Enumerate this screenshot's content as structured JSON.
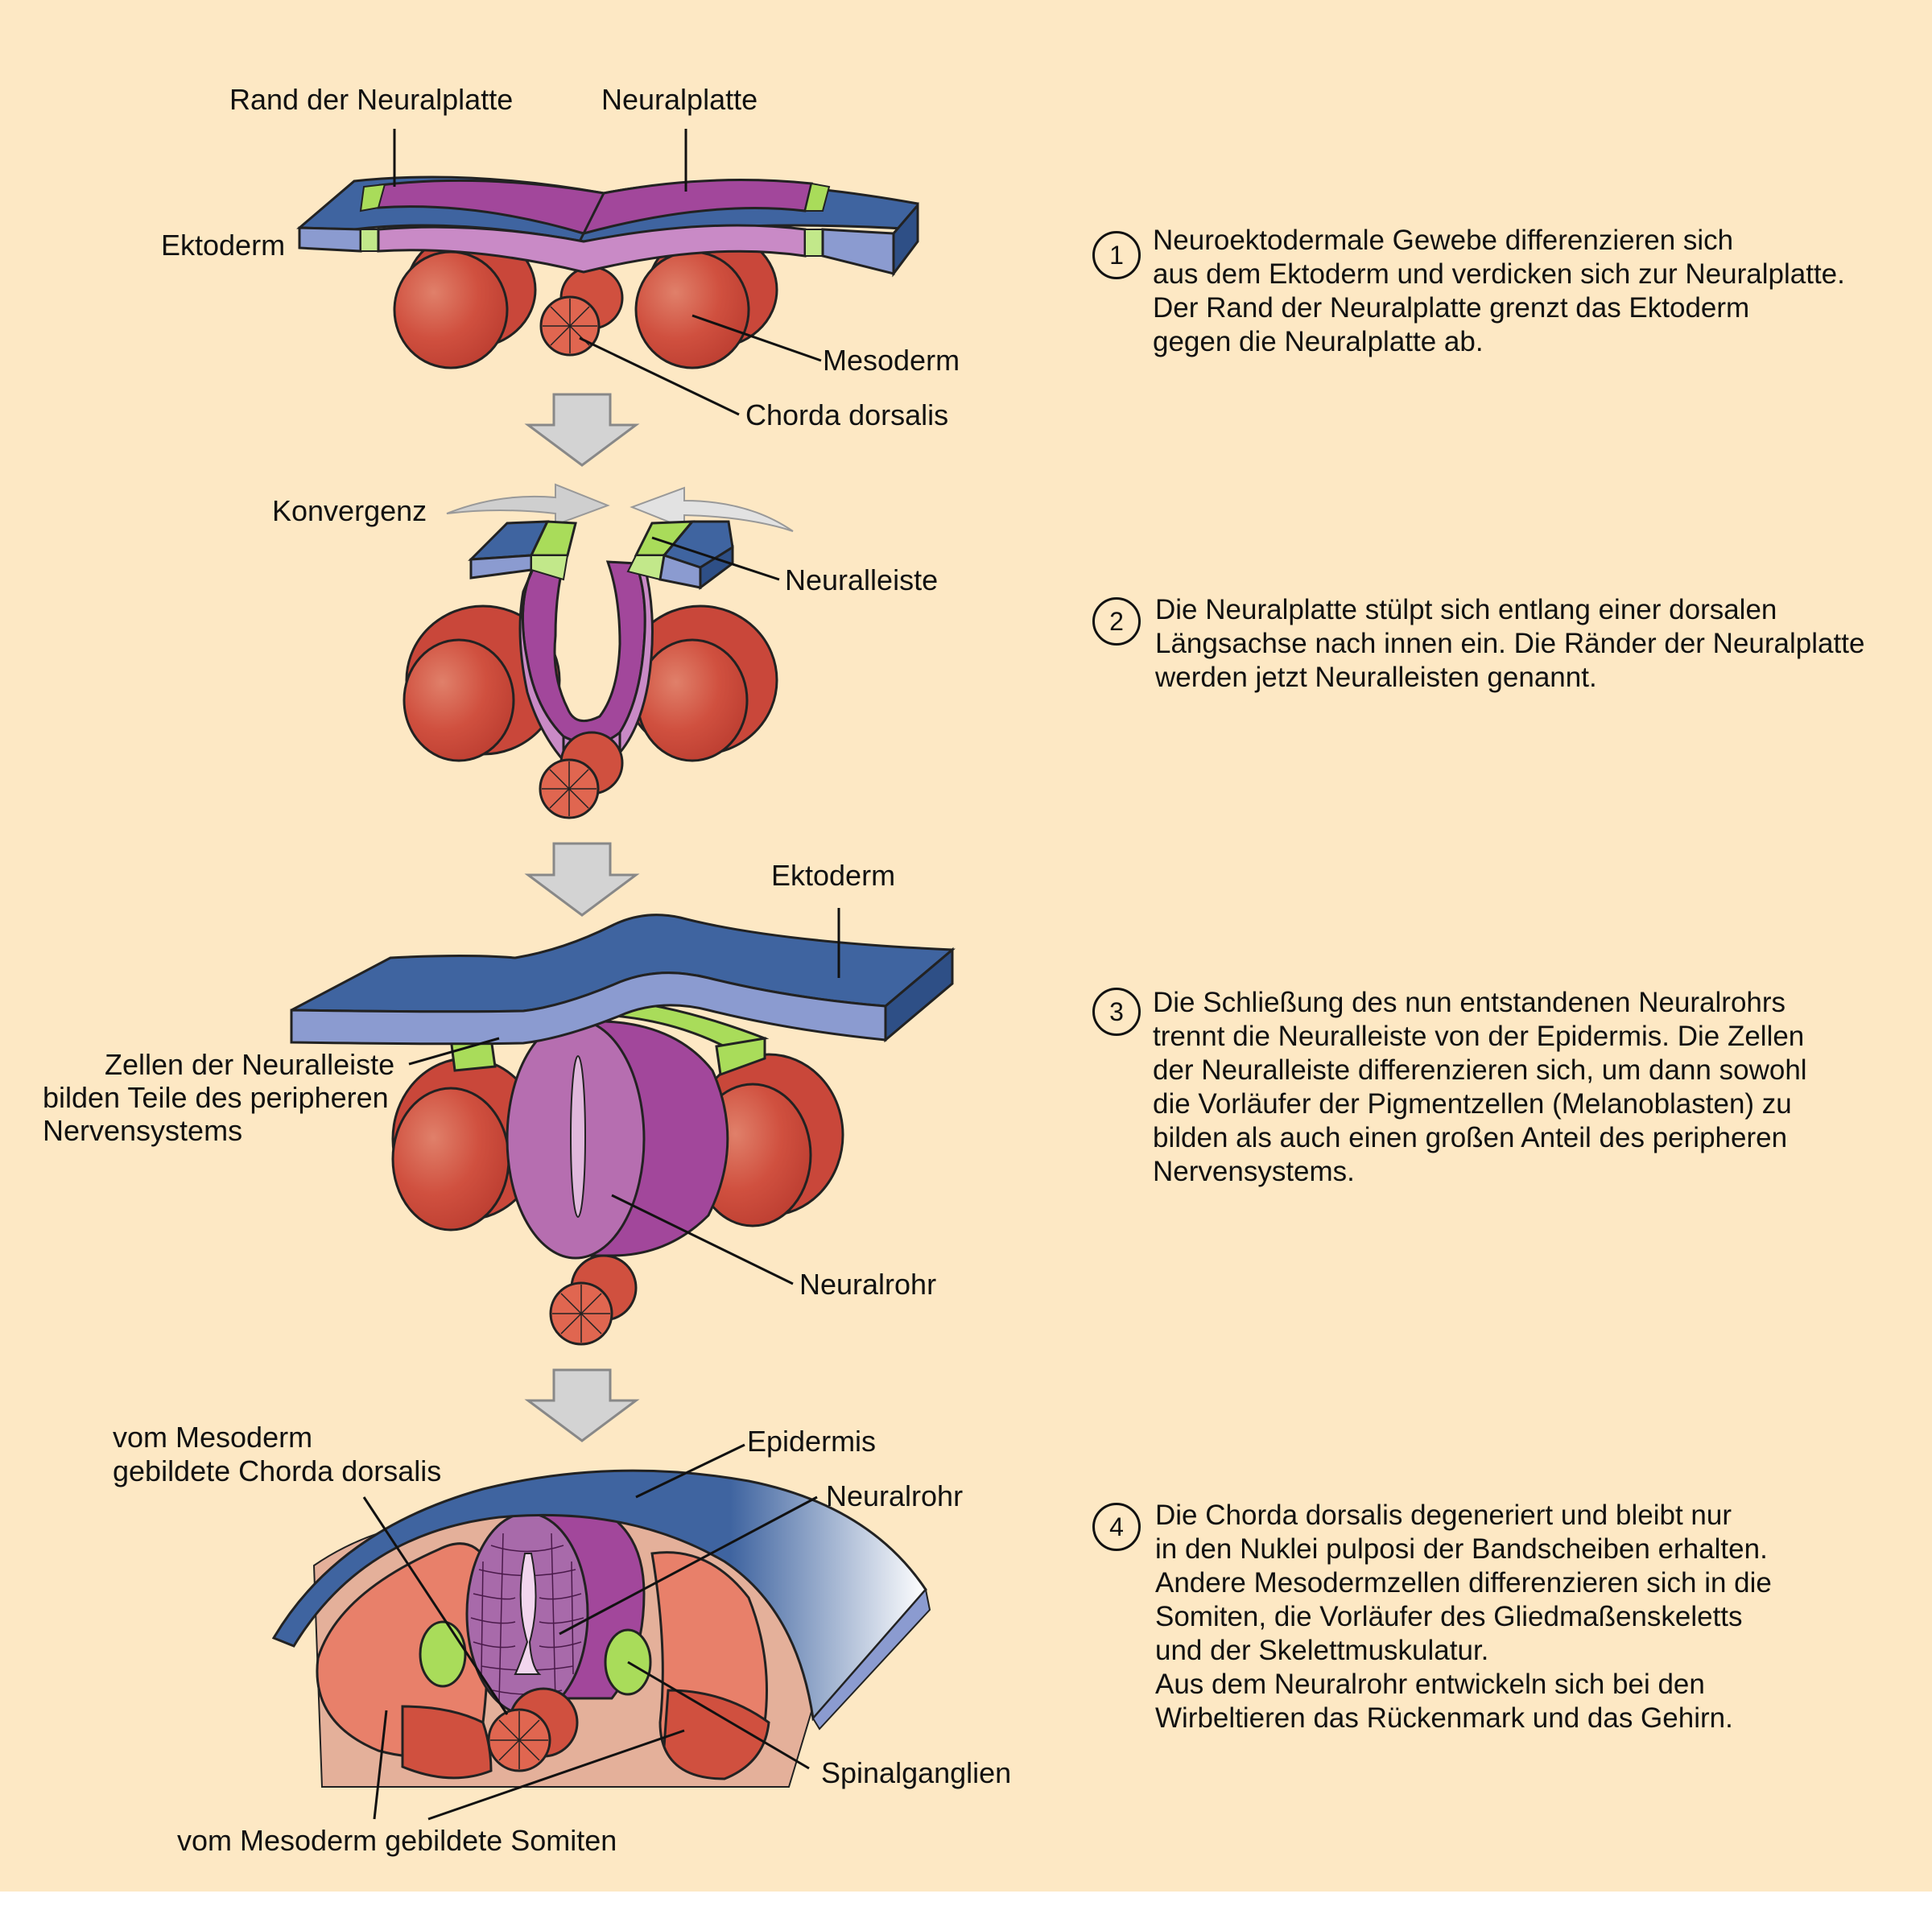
{
  "colors": {
    "background": "#fde8c4",
    "ectoderm": "#3f64a0",
    "neural_plate": "#a2479b",
    "neural_crest": "#a9dc5a",
    "mesoderm": "#cf4a3c",
    "chorda": "#e06650"
  },
  "stage1": {
    "label_neural_plate_edge": "Rand der Neuralplatte",
    "label_neural_plate": "Neuralplatte",
    "label_ectoderm": "Ektoderm",
    "label_mesoderm": "Mesoderm",
    "label_chorda": "Chorda dorsalis"
  },
  "stage2": {
    "label_convergence": "Konvergenz",
    "label_neural_crest": "Neuralleiste"
  },
  "stage3": {
    "label_ectoderm": "Ektoderm",
    "label_crest_cells_1": "Zellen der Neuralleiste",
    "label_crest_cells_2": "bilden Teile des peripheren",
    "label_crest_cells_3": "Nervensystems",
    "label_neural_tube": "Neuralrohr"
  },
  "stage4": {
    "label_chorda_1": "vom Mesoderm",
    "label_chorda_2": "gebildete Chorda dorsalis",
    "label_epidermis": "Epidermis",
    "label_neural_tube": "Neuralrohr",
    "label_spinal_ganglia": "Spinalganglien",
    "label_somites": "vom Mesoderm gebildete Somiten"
  },
  "steps": [
    {
      "number": "1",
      "text": "Neuroektodermale Gewebe differenzieren sich\naus dem Ektoderm und verdicken sich zur Neuralplatte.\nDer Rand der Neuralplatte grenzt das Ektoderm\ngegen die Neuralplatte ab."
    },
    {
      "number": "2",
      "text": "Die Neuralplatte stülpt sich entlang einer dorsalen\nLängsachse nach innen ein. Die Ränder der Neuralplatte\nwerden jetzt Neuralleisten genannt."
    },
    {
      "number": "3",
      "text": "Die Schließung des nun entstandenen Neuralrohrs\ntrennt die Neuralleiste von der Epidermis. Die Zellen\nder Neuralleiste differenzieren sich, um dann sowohl\ndie Vorläufer der Pigmentzellen (Melanoblasten) zu\nbilden als auch einen großen Anteil des peripheren\nNervensystems."
    },
    {
      "number": "4",
      "text": "Die Chorda dorsalis degeneriert und bleibt nur\nin den Nuklei pulposi der Bandscheiben erhalten.\nAndere Mesodermzellen differenzieren sich in die\nSomiten, die Vorläufer des Gliedmaßenskeletts\nund der Skelettmuskulatur.\nAus dem Neuralrohr entwickeln sich bei den\nWirbeltieren das Rückenmark und das Gehirn."
    }
  ]
}
